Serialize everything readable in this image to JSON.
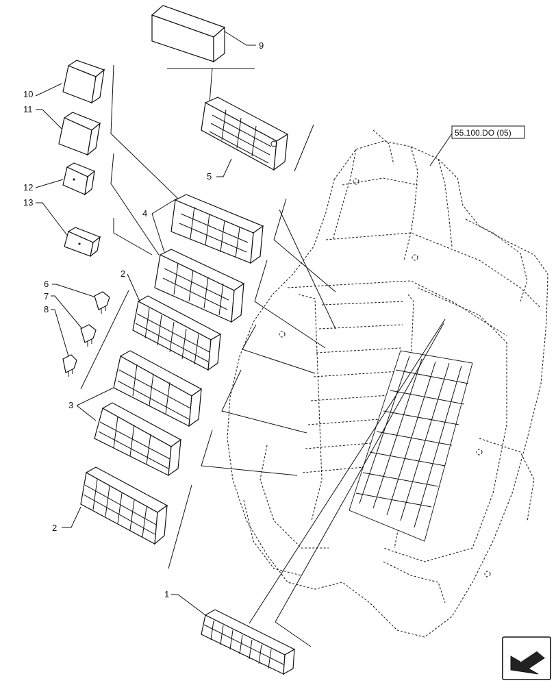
{
  "diagram": {
    "reference_label": "55.100.DO (05)",
    "callouts": [
      {
        "id": "c1",
        "text": "1"
      },
      {
        "id": "c2a",
        "text": "2"
      },
      {
        "id": "c2b",
        "text": "2"
      },
      {
        "id": "c3",
        "text": "3"
      },
      {
        "id": "c4",
        "text": "4"
      },
      {
        "id": "c5",
        "text": "5"
      },
      {
        "id": "c6",
        "text": "6"
      },
      {
        "id": "c7",
        "text": "7"
      },
      {
        "id": "c8",
        "text": "8"
      },
      {
        "id": "c9",
        "text": "9"
      },
      {
        "id": "c10",
        "text": "10"
      },
      {
        "id": "c11",
        "text": "11"
      },
      {
        "id": "c12",
        "text": "12"
      },
      {
        "id": "c13",
        "text": "13"
      }
    ],
    "nav_icon": "arrow-back-icon"
  }
}
